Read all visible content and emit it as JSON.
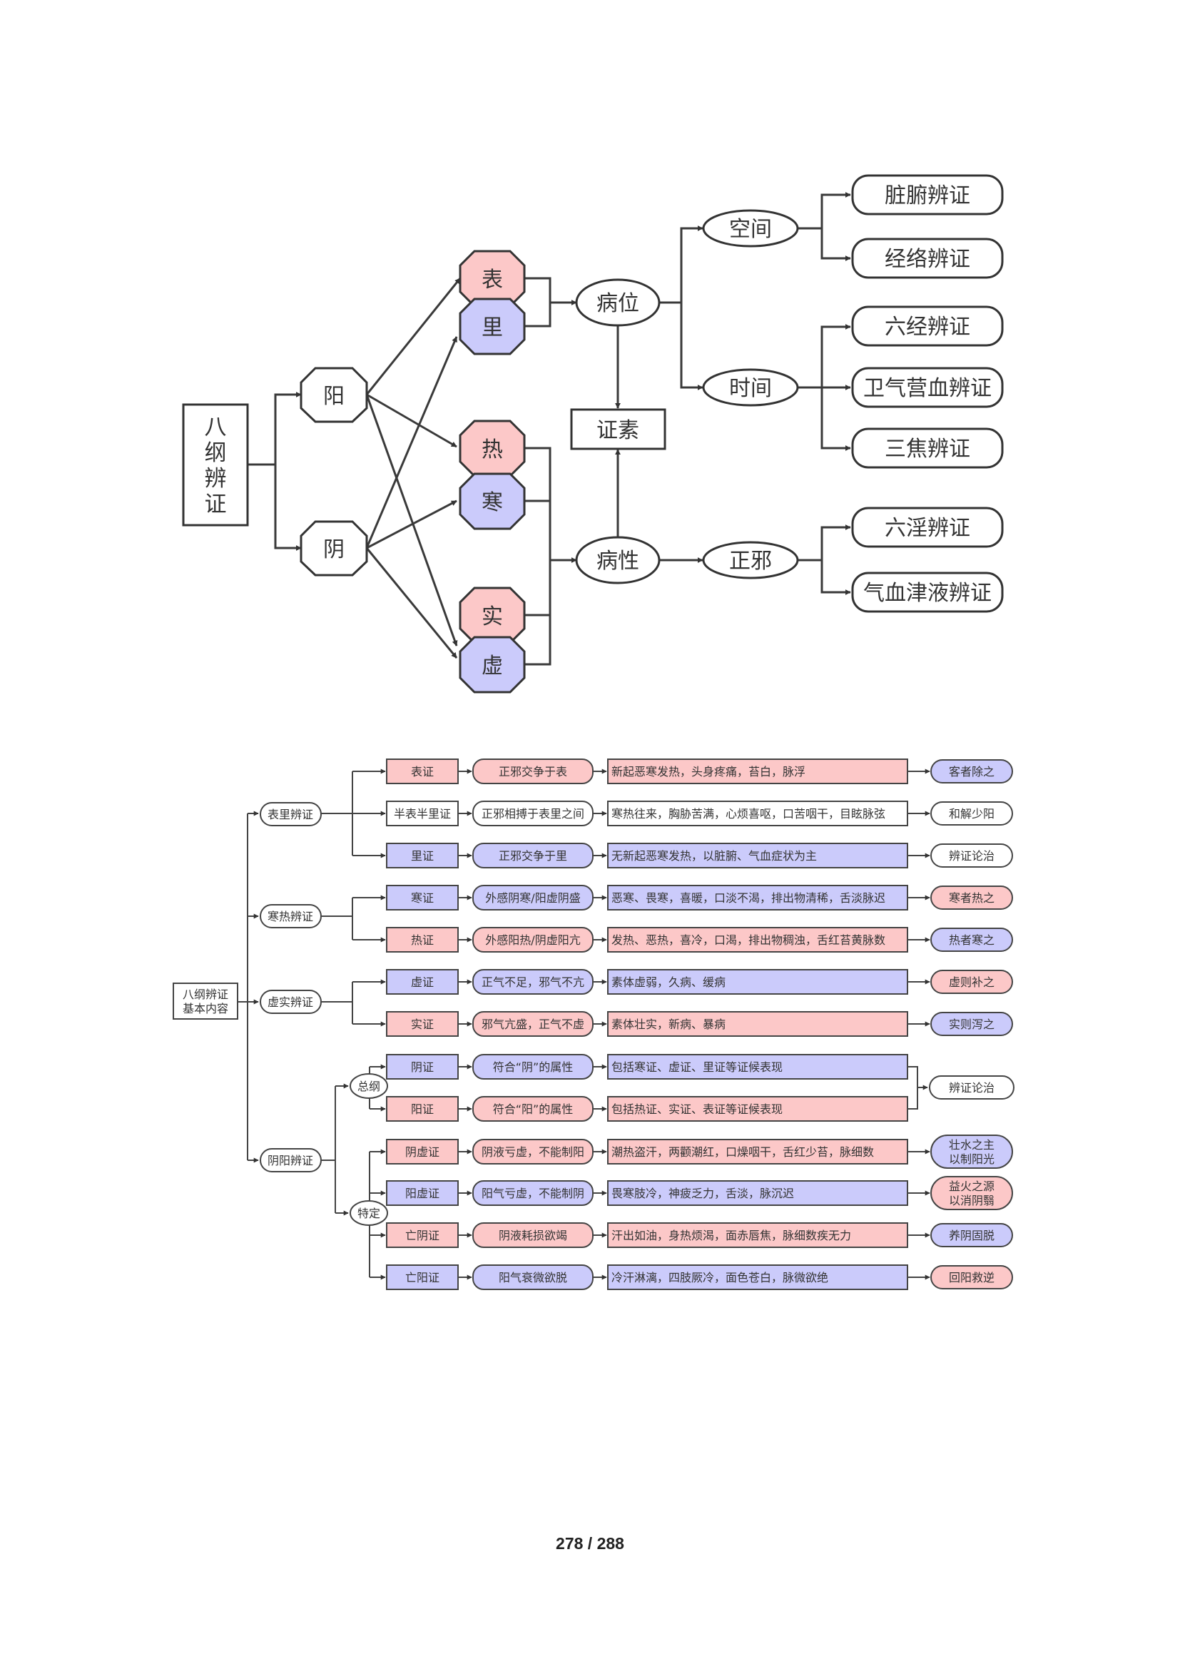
{
  "colors": {
    "pink": "#fcc8c8",
    "blue": "#cbcbfb",
    "white": "#ffffff",
    "stroke": "#444444"
  },
  "top_diagram": {
    "root": [
      "八",
      "纲",
      "辨",
      "证"
    ],
    "yang": "阳",
    "yin": "阴",
    "biao": "表",
    "li": "里",
    "re": "热",
    "han": "寒",
    "shi": "实",
    "xu": "虚",
    "bingwei": "病位",
    "bingxing": "病性",
    "zhengsu": "证素",
    "kongjian": "空间",
    "shijian": "时间",
    "zhengxie": "正邪",
    "zangfu": "脏腑辨证",
    "jingluo": "经络辨证",
    "liujing": "六经辨证",
    "weiqi": "卫气营血辨证",
    "sanjiao": "三焦辨证",
    "liuyin": "六淫辨证",
    "qixue": "气血津液辨证"
  },
  "bottom_diagram": {
    "root": [
      "八纲辨证",
      "基本内容"
    ],
    "groups": {
      "biaoli": "表里辨证",
      "hanre": "寒热辨证",
      "xushi": "虚实辨证",
      "yinyang": "阴阳辨证",
      "zonggang": "总纲",
      "teding": "特定"
    },
    "rows": [
      {
        "name": "表证",
        "mech": "正邪交争于表",
        "symptoms": "新起恶寒发热，头身疼痛，苔白，脉浮",
        "treat": [
          "客者除之"
        ],
        "color": "pink",
        "treat_color": "blue"
      },
      {
        "name": "半表半里证",
        "mech": "正邪相搏于表里之间",
        "symptoms": "寒热往来，胸胁苦满，心烦喜呕，口苦咽干，目眩脉弦",
        "treat": [
          "和解少阳"
        ],
        "color": "white",
        "treat_color": "white"
      },
      {
        "name": "里证",
        "mech": "正邪交争于里",
        "symptoms": "无新起恶寒发热，以脏腑、气血症状为主",
        "treat": [
          "辨证论治"
        ],
        "color": "blue",
        "treat_color": "white"
      },
      {
        "name": "寒证",
        "mech": "外感阴寒/阳虚阴盛",
        "symptoms": "恶寒、畏寒，喜暖，口淡不渴，排出物清稀，舌淡脉迟",
        "treat": [
          "寒者热之"
        ],
        "color": "blue",
        "treat_color": "pink"
      },
      {
        "name": "热证",
        "mech": "外感阳热/阴虚阳亢",
        "symptoms": "发热、恶热，喜冷，口渴，排出物稠浊，舌红苔黄脉数",
        "treat": [
          "热者寒之"
        ],
        "color": "pink",
        "treat_color": "blue"
      },
      {
        "name": "虚证",
        "mech": "正气不足，邪气不亢",
        "symptoms": "素体虚弱，久病、缓病",
        "treat": [
          "虚则补之"
        ],
        "color": "blue",
        "treat_color": "pink"
      },
      {
        "name": "实证",
        "mech": "邪气亢盛，正气不虚",
        "symptoms": "素体壮实，新病、暴病",
        "treat": [
          "实则泻之"
        ],
        "color": "pink",
        "treat_color": "blue"
      },
      {
        "name": "阴证",
        "mech": "符合“阴”的属性",
        "symptoms": "包括寒证、虚证、里证等证候表现",
        "treat": [],
        "color": "blue",
        "treat_color": "white"
      },
      {
        "name": "阳证",
        "mech": "符合“阳”的属性",
        "symptoms": "包括热证、实证、表证等证候表现",
        "treat": [],
        "color": "pink",
        "treat_color": "white"
      },
      {
        "name": "阴虚证",
        "mech": "阴液亏虚，不能制阳",
        "symptoms": "潮热盗汗，两颧潮红，口燥咽干，舌红少苔，脉细数",
        "treat": [
          "壮水之主",
          "以制阳光"
        ],
        "color": "pink",
        "treat_color": "blue"
      },
      {
        "name": "阳虚证",
        "mech": "阳气亏虚，不能制阴",
        "symptoms": "畏寒肢冷，神疲乏力，舌淡，脉沉迟",
        "treat": [
          "益火之源",
          "以消阴翳"
        ],
        "color": "blue",
        "treat_color": "pink"
      },
      {
        "name": "亡阴证",
        "mech": "阴液耗损欲竭",
        "symptoms": "汗出如油，身热烦渴，面赤唇焦，脉细数疾无力",
        "treat": [
          "养阴固脱"
        ],
        "color": "pink",
        "treat_color": "blue"
      },
      {
        "name": "亡阳证",
        "mech": "阳气衰微欲脱",
        "symptoms": "冷汗淋漓，四肢厥冷，面色苍白，脉微欲绝",
        "treat": [
          "回阳救逆"
        ],
        "color": "blue",
        "treat_color": "pink"
      }
    ],
    "yinyang_treat": "辨证论治"
  },
  "page_number": "278 / 288"
}
